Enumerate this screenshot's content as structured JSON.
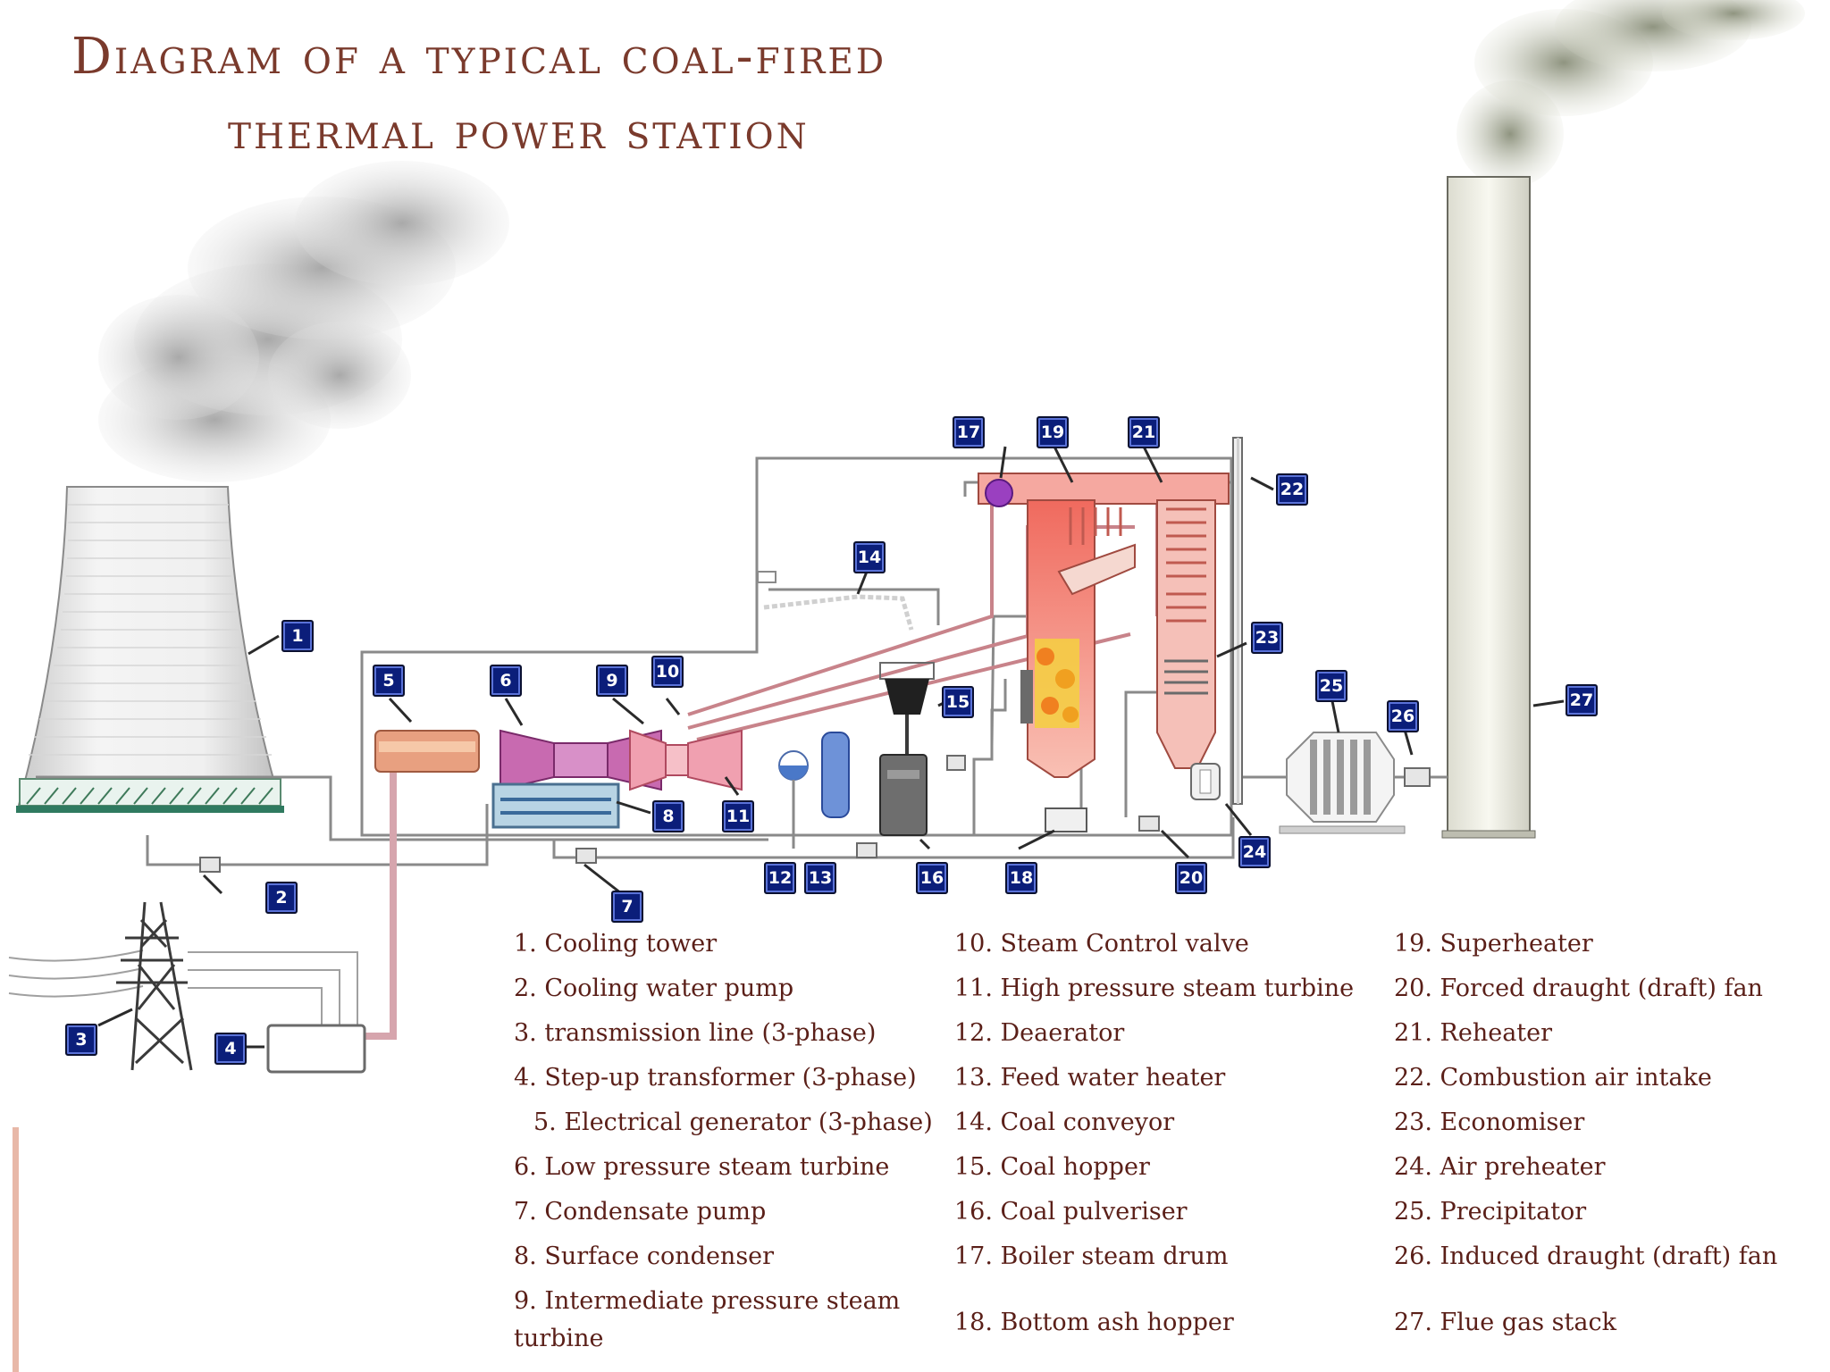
{
  "title": {
    "line1": "Diagram of a typical coal-fired",
    "line2": "thermal power station"
  },
  "badges": [
    "1",
    "2",
    "3",
    "4",
    "5",
    "6",
    "7",
    "8",
    "9",
    "10",
    "11",
    "12",
    "13",
    "14",
    "15",
    "16",
    "17",
    "18",
    "19",
    "20",
    "21",
    "22",
    "23",
    "24",
    "25",
    "26",
    "27"
  ],
  "legend": {
    "col1": [
      "1. Cooling tower",
      "2. Cooling water pump",
      "3. transmission line (3-phase)",
      "4. Step-up transformer (3-phase)",
      "5. Electrical generator (3-phase)",
      "6. Low pressure steam turbine",
      "7. Condensate pump",
      "8. Surface condenser",
      "9. Intermediate pressure steam turbine"
    ],
    "col2": [
      "10. Steam Control valve",
      "11. High pressure steam turbine",
      "12. Deaerator",
      "13. Feed water heater",
      "14. Coal conveyor",
      "15. Coal hopper",
      "16. Coal pulveriser",
      "17. Boiler steam drum",
      "18. Bottom ash hopper"
    ],
    "col3": [
      "19. Superheater",
      "20. Forced draught (draft) fan",
      "21. Reheater",
      "22. Combustion air intake",
      "23. Economiser",
      "24. Air preheater",
      "25. Precipitator",
      "26. Induced draught (draft) fan",
      "27. Flue gas stack"
    ]
  },
  "colors": {
    "title": "#7a3a2c",
    "badge": "#0b1e7a",
    "legend_text": "#5a1f18",
    "boiler": "#f08a80",
    "turbine": "#c86ab0",
    "smoke": "#c8c8c8"
  }
}
